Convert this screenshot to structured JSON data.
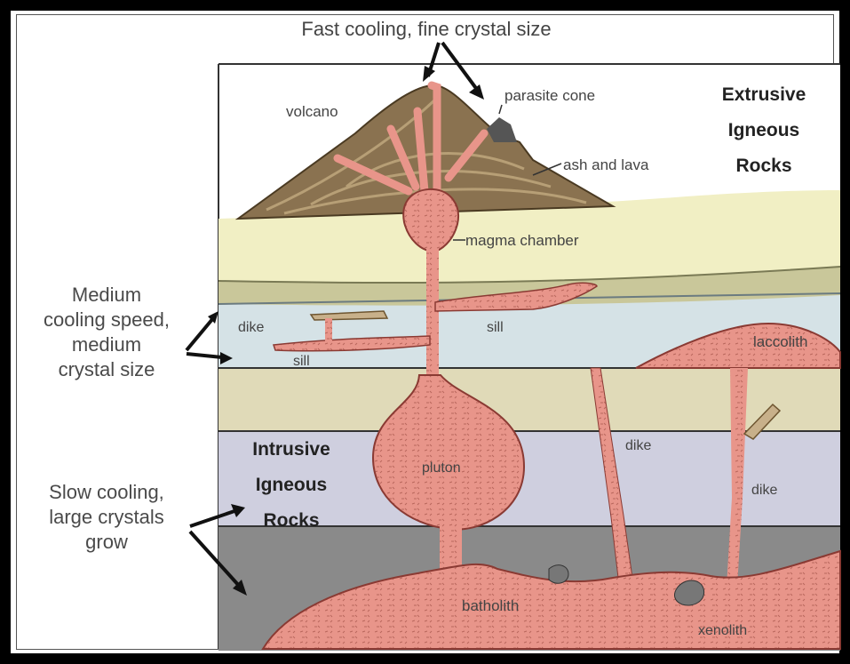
{
  "top_caption": "Fast cooling, fine crystal size",
  "side_notes": {
    "medium": [
      "Medium",
      "cooling speed,",
      "medium",
      "crystal size"
    ],
    "slow": [
      "Slow cooling,",
      "large crystals",
      "grow"
    ]
  },
  "labels": {
    "volcano": "volcano",
    "parasite_cone": "parasite cone",
    "ash_lava": "ash and lava",
    "magma_chamber": "magma chamber",
    "dike_upper": "dike",
    "sill_lower": "sill",
    "sill_right": "sill",
    "laccolith": "laccolith",
    "pluton": "pluton",
    "dike_mid": "dike",
    "dike_right": "dike",
    "batholith": "batholith",
    "xenolith": "xenolith"
  },
  "headings": {
    "extrusive": [
      "Extrusive",
      "Igneous",
      "Rocks"
    ],
    "intrusive": [
      "Intrusive",
      "Igneous",
      "Rocks"
    ]
  },
  "colors": {
    "magma": "#e8958a",
    "volcano_brown": "#8a7250",
    "layer_yellow": "#f1efc4",
    "layer_olive": "#c9c79a",
    "layer_lightblue": "#d5e2e6",
    "layer_tan": "#e0dab8",
    "layer_lavender": "#cfcfdf",
    "layer_gray": "#8a8a8a"
  }
}
